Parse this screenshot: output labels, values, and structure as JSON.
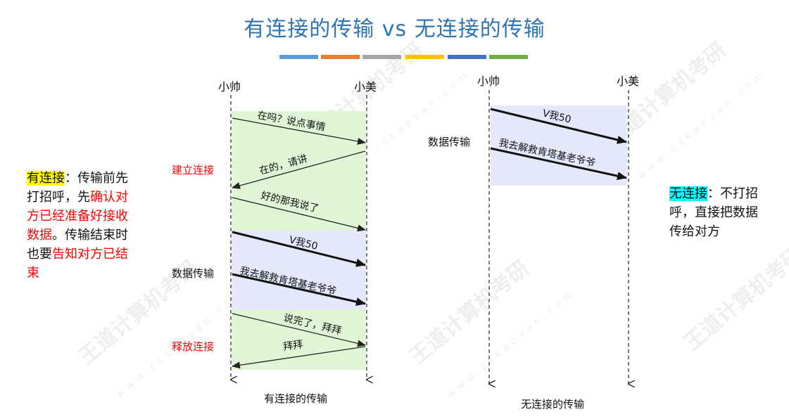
{
  "title": "有连接的传输 vs 无连接的传输",
  "colors": {
    "title": "#2e74b5",
    "green_band": "#dff5d6",
    "blue_band": "#e5e7fb",
    "phase_label": "#ff0000",
    "highlight_yellow": "#ffff00",
    "highlight_cyan": "#00ffff",
    "color_bar": [
      "#5b9bd5",
      "#ed7d31",
      "#a5a5a5",
      "#ffc000",
      "#4472c4",
      "#70ad47"
    ]
  },
  "left_text": {
    "heading": "有连接",
    "colon": "：",
    "part1": "传输前先打招呼，先",
    "red1": "确认对方已经准备好接收数据",
    "part2": "。传输结束时也要",
    "red2": "告知对方已结束"
  },
  "right_text": {
    "heading": "无连接",
    "colon": "：",
    "body": "不打招呼，直接把数据传给对方"
  },
  "connected": {
    "sender": "小帅",
    "receiver": "小美",
    "phases": {
      "establish": "建立连接",
      "transfer": "数据传输",
      "release": "释放连接"
    },
    "messages": {
      "m1": "在吗？说点事情",
      "m2": "在的，请讲",
      "m3": "好的那我说了",
      "m4": "V我50",
      "m5": "我去解救肯塔基老爷爷",
      "m6": "说完了，拜拜",
      "m7": "拜拜"
    },
    "caption": "有连接的传输"
  },
  "connectionless": {
    "sender": "小帅",
    "receiver": "小美",
    "phase": "数据传输",
    "messages": {
      "m1": "V我50",
      "m2": "我去解救肯塔基老爷爷"
    },
    "caption": "无连接的传输"
  },
  "watermark": {
    "brand": "王道计算机考研",
    "site": "www.cskaoyan.com"
  }
}
